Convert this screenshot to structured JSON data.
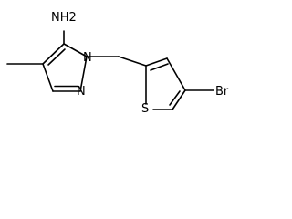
{
  "molecule": {
    "atoms": {
      "amine": "NH2",
      "ring_n1": "N",
      "ring_n2": "N",
      "sulfur": "S",
      "bromine": "Br"
    }
  },
  "colors": {
    "bond": "#000000",
    "text": "#000000",
    "background": "#ffffff"
  }
}
